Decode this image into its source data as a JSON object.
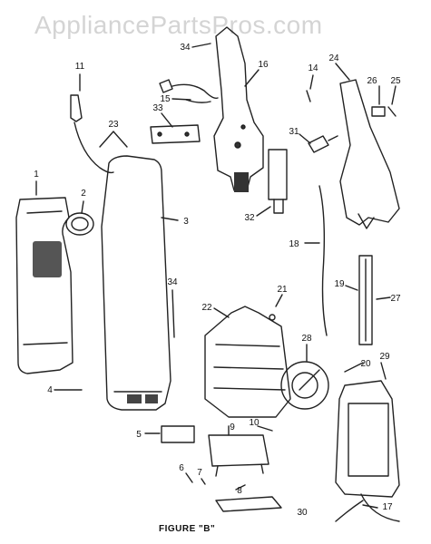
{
  "watermark": "AppliancePartsPros.com",
  "caption": "FIGURE \"B\"",
  "callouts": [
    {
      "id": "c1",
      "text": "1"
    },
    {
      "id": "c2",
      "text": "2"
    },
    {
      "id": "c3",
      "text": "3"
    },
    {
      "id": "c4",
      "text": "4"
    },
    {
      "id": "c5",
      "text": "5"
    },
    {
      "id": "c6",
      "text": "6"
    },
    {
      "id": "c7",
      "text": "7"
    },
    {
      "id": "c8",
      "text": "8"
    },
    {
      "id": "c9",
      "text": "9"
    },
    {
      "id": "c10",
      "text": "10"
    },
    {
      "id": "c11",
      "text": "11"
    },
    {
      "id": "c14",
      "text": "14"
    },
    {
      "id": "c15",
      "text": "15"
    },
    {
      "id": "c16",
      "text": "16"
    },
    {
      "id": "c17",
      "text": "17"
    },
    {
      "id": "c18",
      "text": "18"
    },
    {
      "id": "c19",
      "text": "19"
    },
    {
      "id": "c20",
      "text": "20"
    },
    {
      "id": "c21",
      "text": "21"
    },
    {
      "id": "c22",
      "text": "22"
    },
    {
      "id": "c23",
      "text": "23"
    },
    {
      "id": "c24",
      "text": "24"
    },
    {
      "id": "c25",
      "text": "25"
    },
    {
      "id": "c26",
      "text": "26"
    },
    {
      "id": "c27",
      "text": "27"
    },
    {
      "id": "c28",
      "text": "28"
    },
    {
      "id": "c29",
      "text": "29"
    },
    {
      "id": "c30",
      "text": "30"
    },
    {
      "id": "c31",
      "text": "31"
    },
    {
      "id": "c32",
      "text": "32"
    },
    {
      "id": "c33",
      "text": "33"
    },
    {
      "id": "c34a",
      "text": "34"
    },
    {
      "id": "c34b",
      "text": "34"
    }
  ]
}
